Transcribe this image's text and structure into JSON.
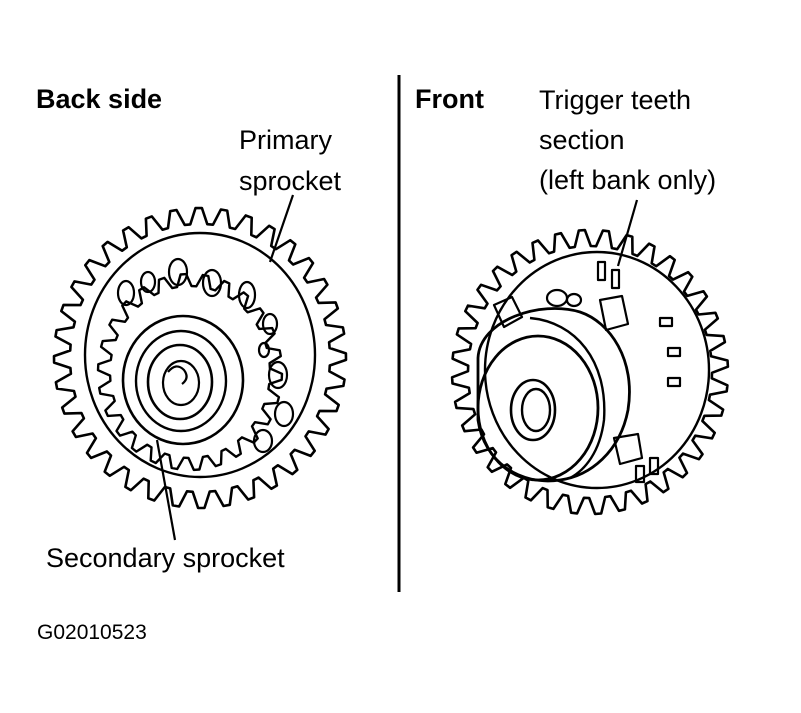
{
  "panels": {
    "back": {
      "heading": "Back side",
      "primary_label_line1": "Primary",
      "primary_label_line2": "sprocket",
      "secondary_label": "Secondary sprocket"
    },
    "front": {
      "heading": "Front",
      "trigger_label_line1": "Trigger teeth",
      "trigger_label_line2": "section",
      "trigger_label_line3": "(left bank only)"
    }
  },
  "figure_code": "G02010523",
  "colors": {
    "ink": "#000000",
    "paper": "#ffffff"
  }
}
